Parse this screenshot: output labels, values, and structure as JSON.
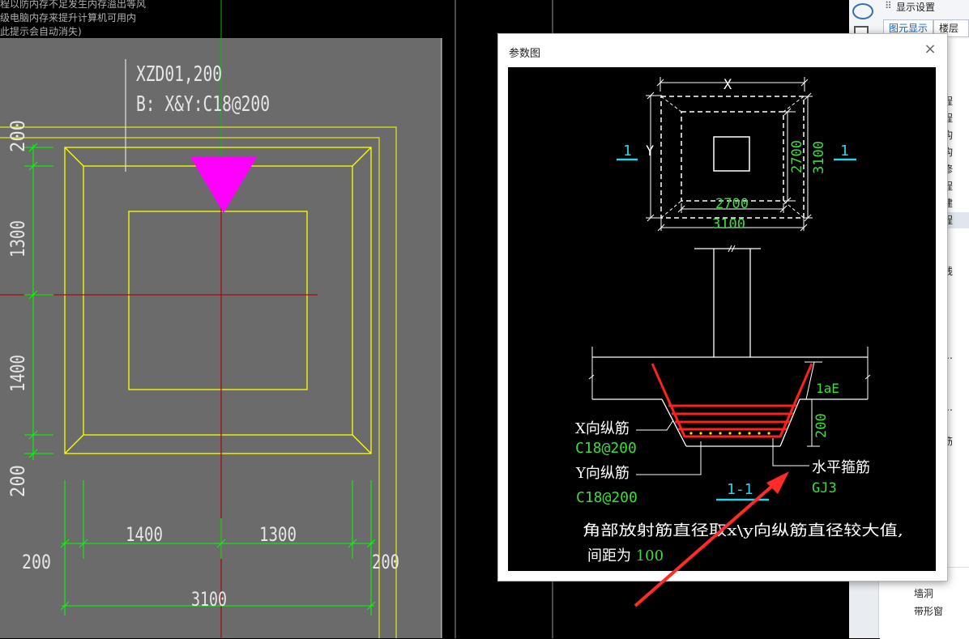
{
  "warning": {
    "lines": [
      "程以防内存不足发生内存溢出等风",
      "级电脑内存来提升计算机可用内",
      "此提示会自动消失)"
    ]
  },
  "cad": {
    "label_code": "XZD01,200",
    "label_rebar": "B: X&Y:C18@200",
    "dim_left": [
      "200",
      "1300",
      "1400",
      "200"
    ],
    "dim_bottom_row": [
      "1400",
      "1300"
    ],
    "dim_side_200_left": "200",
    "dim_side_200_right": "200",
    "dim_total": "3100",
    "colors": {
      "bg": "#6b6b6b",
      "yellow": "#ffff00",
      "green": "#00ff00",
      "magenta": "#ff00ff",
      "axis_red": "#a01010",
      "axis_green": "#00c000"
    }
  },
  "panel": {
    "title": "显示设置",
    "tabs": [
      "图元显示",
      "楼层显示"
    ],
    "items": [
      "程",
      "程",
      "构",
      "构",
      "修",
      "程",
      "建",
      "程",
      "线",
      "…",
      "…",
      "筋"
    ],
    "tree": [
      "墙洞",
      "带形窗"
    ]
  },
  "dialog": {
    "title": "参数图",
    "close_icon": "close-icon",
    "plan": {
      "x_label": "X",
      "y_label": "Y",
      "section_left": "1",
      "section_right": "1",
      "dim_inner_h": "2700",
      "dim_outer_h": "3100",
      "dim_inner_v": "2700",
      "dim_outer_v": "3100"
    },
    "section": {
      "lae": "1aE",
      "dim_200": "200",
      "x_rebar_label": "X向纵筋",
      "x_rebar_value": "C18@200",
      "y_rebar_label": "Y向纵筋",
      "y_rebar_value": "C18@200",
      "stirrup_label": "水平箍筋",
      "stirrup_value": "GJ3",
      "section_name": "1-1"
    },
    "note_line1": "角部放射筋直径取x\\y向纵筋直径较大值,",
    "note_line2_prefix": "间距为 ",
    "note_line2_value": "100"
  }
}
